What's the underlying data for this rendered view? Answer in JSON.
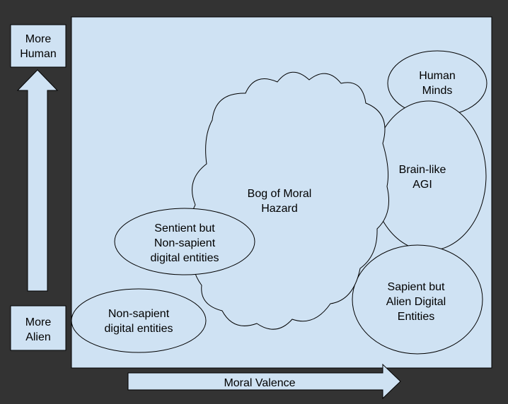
{
  "colors": {
    "background": "#333333",
    "fill": "#cfe2f3",
    "stroke": "#000000"
  },
  "axes": {
    "vertical_top": {
      "line1": "More",
      "line2": "Human"
    },
    "vertical_bottom": {
      "line1": "More",
      "line2": "Alien"
    },
    "horizontal": "Moral Valence"
  },
  "regions": {
    "bog": {
      "line1": "Bog of Moral",
      "line2": "Hazard"
    },
    "human_minds": {
      "line1": "Human",
      "line2": "Minds"
    },
    "brain_like_agi": {
      "line1": "Brain-like",
      "line2": "AGI"
    },
    "sapient_alien": {
      "line1": "Sapient but",
      "line2": "Alien Digital",
      "line3": "Entities"
    },
    "sentient_nonsapient": {
      "line1": "Sentient but",
      "line2": "Non-sapient",
      "line3": "digital entities"
    },
    "nonsapient": {
      "line1": "Non-sapient",
      "line2": "digital entities"
    }
  }
}
